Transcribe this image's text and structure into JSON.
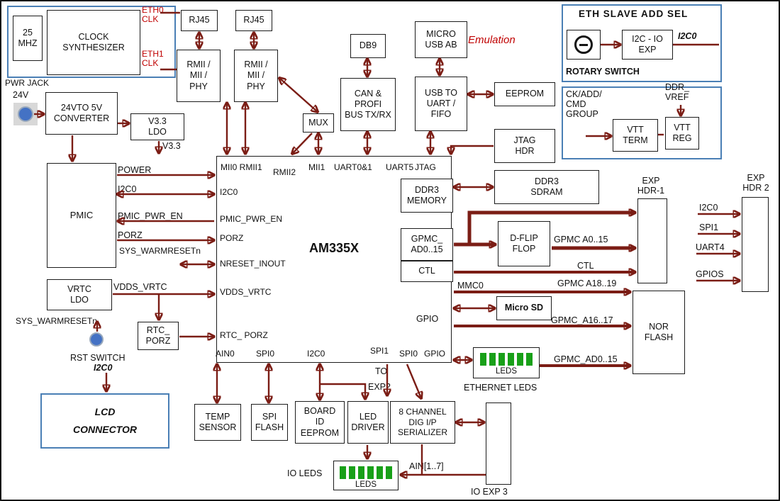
{
  "colors": {
    "wire": "#7b1d15",
    "group_border": "#4a7fb5",
    "red_text": "#c00000",
    "led_green": "#18a018"
  },
  "blocks": {
    "mhz25": "25\nMHZ",
    "clock_synth": "CLOCK\nSYNTHESIZER",
    "rj45_a": "RJ45",
    "rj45_b": "RJ45",
    "phy_a": "RMII /\nMII /\nPHY",
    "phy_b": "RMII /\nMII /\nPHY",
    "mux": "MUX",
    "db9": "DB9",
    "can_profi": "CAN &\nPROFI\nBUS TX/RX",
    "micro_usb": "MICRO\nUSB AB",
    "usb_uart": "USB TO\nUART /\nFIFO",
    "eeprom": "EEPROM",
    "jtag_hdr": "JTAG\nHDR",
    "i2c_io_exp": "I2C - IO\nEXP",
    "vtt_term": "VTT\nTERM",
    "vtt_reg": "VTT\nREG",
    "converter": "24VTO 5V\nCONVERTER",
    "v33_ldo": "V3.3\nLDO",
    "pmic": "PMIC",
    "ddr3_memory": "DDR3\nMEMORY",
    "gpmc_ad": "GPMC_\nAD0..15",
    "ctl": "CTL",
    "ddr3_sdram": "DDR3\nSDRAM",
    "d_flip_flop": "D-FLIP\nFLOP",
    "micro_sd": "Micro SD",
    "nor_flash": "NOR\nFLASH",
    "vrtc_ldo": "VRTC\nLDO",
    "rtc_porz": "RTC_\nPORZ",
    "lcd": "LCD\nCONNECTOR",
    "temp_sensor": "TEMP\nSENSOR",
    "spi_flash": "SPI\nFLASH",
    "board_id": "BOARD\nID\nEEPROM",
    "led_driver": "LED\nDRIVER",
    "serializer": "8 CHANNEL\nDIG I/P\nSERIALIZER",
    "eth_leds_text": "LEDS",
    "io_leds_text": "LEDS"
  },
  "labels": {
    "eth0_clk": "ETH0\nCLK",
    "eth1_clk": "ETH1\nCLK",
    "pwr_jack": "PWR JACK",
    "v24": "24V",
    "v33": "V3.3",
    "power": "POWER",
    "i2c0_pmic": "I2C0",
    "pmic_pwr_en": "PMIC_PWR_EN",
    "porz": "PORZ",
    "sys_warmreset_a": "SYS_WARMRESETn",
    "vdds_vrtc": "VDDS_VRTC",
    "sys_warmreset_b": "SYS_WARMRESETn",
    "rst_switch": "RST SWITCH",
    "i2c0_lcd": "I2C0",
    "emulation": "Emulation",
    "eth_slave_title": "ETH SLAVE ADD SEL",
    "rotary_switch": "ROTARY SWITCH",
    "i2c0_rotary": "I2C0",
    "ck_add_cmd": "CK/ADD/\nCMD\nGROUP",
    "ddr_vref": "DDR_\nVREF",
    "exp_hdr1": "EXP\nHDR-1",
    "exp_hdr2": "EXP\nHDR 2",
    "i2c0_exp2": "I2C0",
    "spi1_exp2": "SPI1",
    "uart4": "UART4",
    "gpios": "GPIOS",
    "gpmc_a0_15": "GPMC A0..15",
    "ctl": "CTL",
    "mmc0": "MMC0",
    "gpio_right": "GPIO",
    "gpmc_a18_19": "GPMC A18..19",
    "gpmc_a16_17": "GPMC_A16..17",
    "gpmc_ad0_15": "GPMC_AD0..15",
    "ethernet_leds": "ETHERNET LEDS",
    "io_leds": "IO LEDS",
    "ain_1_7": "AIN[1..7]",
    "io_exp3": "IO EXP 3",
    "to": "TO",
    "exp2": "EXP2",
    "am335x": "AM335X"
  },
  "pins": {
    "mii0_rmii1": "MII0 RMII1",
    "rmii2": "RMII2",
    "mii1": "MII1",
    "uart01": "UART0&1",
    "uart5": "UART5",
    "jtag": "JTAG",
    "i2c0": "I2C0",
    "pmic_pwr_en": "PMIC_PWR_EN",
    "porz": "PORZ",
    "nreset_inout": "NRESET_INOUT",
    "vdds_vrtc": "VDDS_VRTC",
    "rtc_porz": "RTC_ PORZ",
    "ain0": "AIN0",
    "spi0_a": "SPI0",
    "i2c0_b": "I2C0",
    "spi1": "SPI1",
    "spi0_b": "SPI0",
    "gpio": "GPIO"
  }
}
